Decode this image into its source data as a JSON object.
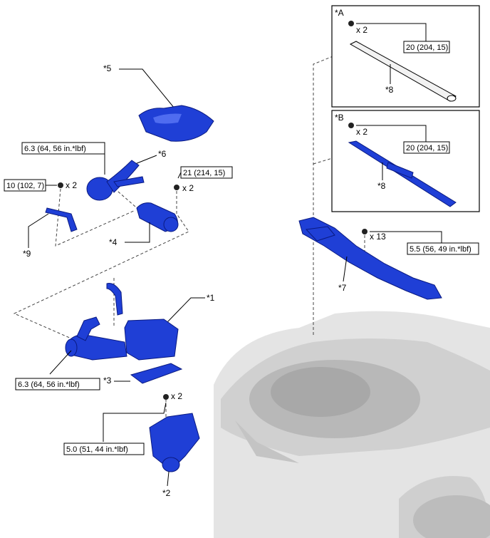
{
  "panels": {
    "a": {
      "label": "*A",
      "qty": "x 2",
      "torque": "20 (204, 15)",
      "part_label": "*8"
    },
    "b": {
      "label": "*B",
      "qty": "x 2",
      "torque": "20 (204, 15)",
      "part_label": "*8"
    }
  },
  "parts": {
    "p1": "*1",
    "p2": "*2",
    "p3": "*3",
    "p4": "*4",
    "p5": "*5",
    "p6": "*6",
    "p7": "*7",
    "p9": "*9"
  },
  "torques": {
    "t_airhose": "6.3 (64, 56 in.*lbf)",
    "t_clamp9": "10 (102, 7)",
    "t_res4": "21 (214, 15)",
    "t_cleaner": "6.3 (64, 56 in.*lbf)",
    "t_inlet2": "5.0 (51, 44 in.*lbf)",
    "t_cowl": "5.5 (56, 49 in.*lbf)"
  },
  "quantities": {
    "q_clamp9": "x 2",
    "q_res4": "x 2",
    "q_inlet2": "x 2",
    "q_cowl": "x 13"
  }
}
